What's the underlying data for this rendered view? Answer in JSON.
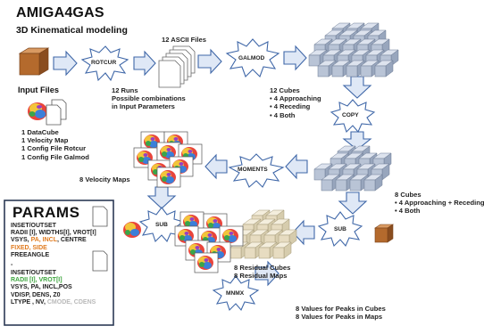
{
  "title": "AMIGA4GAS",
  "subtitle": "3D Kinematical modeling",
  "steps": {
    "rotcur": "ROTCUR",
    "galmod": "GALMOD",
    "copy": "COPY",
    "moments": "MOMENTS",
    "sub_left": "SUB",
    "sub_right": "SUB",
    "mnmx": "MNMX"
  },
  "labels": {
    "ascii_files": "12 ASCII Files",
    "input_files": "Input Files",
    "runs": [
      "12 Runs",
      "Possible combinations",
      "in Input Parameters"
    ],
    "inputs_list": [
      "1 DataCube",
      "1 Velocity Map",
      "1 Config File Rotcur",
      "1 Config File Galmod"
    ],
    "cubes12": [
      "12 Cubes",
      "• 4 Approaching",
      "• 4 Receding",
      "• 4 Both"
    ],
    "velocity_maps": "8 Velocity Maps",
    "cubes8": [
      "8 Cubes",
      "• 4 Approaching + Receding",
      "• 4 Both"
    ],
    "residuals": [
      "8 Residual Cubes",
      "8 Residual Maps"
    ],
    "peaks": [
      "8 Values for Peaks in Cubes",
      "8 Values for Peaks in Maps"
    ]
  },
  "params": {
    "title": "PARAMS",
    "group1": {
      "line1": "INSET/OUTSET",
      "line2": "RADII [I], WIDTHS[I], VROT[I]",
      "line3_a": "VSYS, ",
      "line3_b": "PA, INCL",
      "line3_c": ", CENTRE",
      "line4": "FIXED, SIDE",
      "line5": "FREEANGLE"
    },
    "dash": "-",
    "group2": {
      "line1": "INSET/OUTSET",
      "line2": "RADII [I], VROT[I]",
      "line3": "VSYS, PA, INCL,POS",
      "line4": "VDISP, DENS, Z0",
      "line5_a": "LTYPE , NV, ",
      "line5_b": "CMODE, CDENS"
    }
  },
  "colors": {
    "arrow_fill": "#dfe8f6",
    "arrow_stroke": "#3f67a8",
    "cube_front": "#b9c4d6",
    "cube_top": "#dde3ee",
    "cube_side": "#98a6bd",
    "cube_brown": "#b46a2d",
    "residual_cube": "#e7dcc1",
    "accent_orange": "#e07b1f",
    "accent_green": "#3fa53f",
    "muted_grey": "#b9b9b9"
  }
}
